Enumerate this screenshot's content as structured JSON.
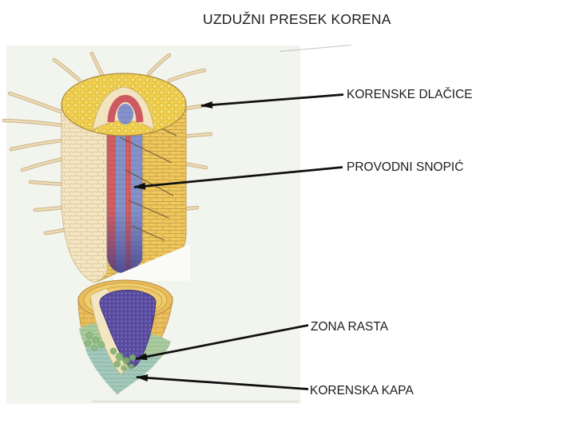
{
  "slide": {
    "title": "UZDUŽNI PRESEK KORENA"
  },
  "annotations": {
    "root_hairs": {
      "label": "KORENSKE DLAČICE"
    },
    "vascular_bundle": {
      "label": "PROVODNI SNOPIĆ"
    },
    "growth_zone": {
      "label": "ZONA RASTA"
    },
    "root_cap": {
      "label": "KORENSKA KAPA"
    }
  },
  "colors": {
    "page_background": "#ffffff",
    "text": "#1c1c1c",
    "arrow": "#0f0f0f",
    "scan_background": "#f2f4ee",
    "cortex_yellow": "#efc95d",
    "cut_face_cream": "#f4e6c3",
    "stele_red": "#cf5c5c",
    "stele_blue": "#8492c9",
    "meristem_purple": "#584a9c",
    "root_cap_green": "#abcb9f",
    "root_cap_teal": "#a3c9bd",
    "root_hair_beige": "#ecdcb6"
  }
}
